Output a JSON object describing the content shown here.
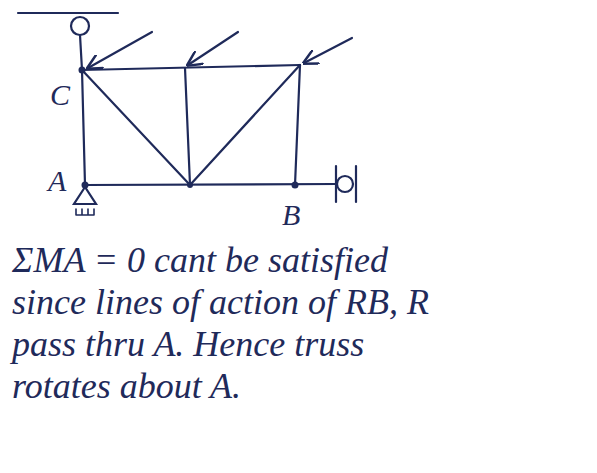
{
  "diagram": {
    "labels": [
      "C",
      "A",
      "B",
      "ΣMA = 0 cant be satisfied",
      "since lines of action of RB, R",
      "pass thru A. Hence truss",
      "rotates about A."
    ]
  }
}
